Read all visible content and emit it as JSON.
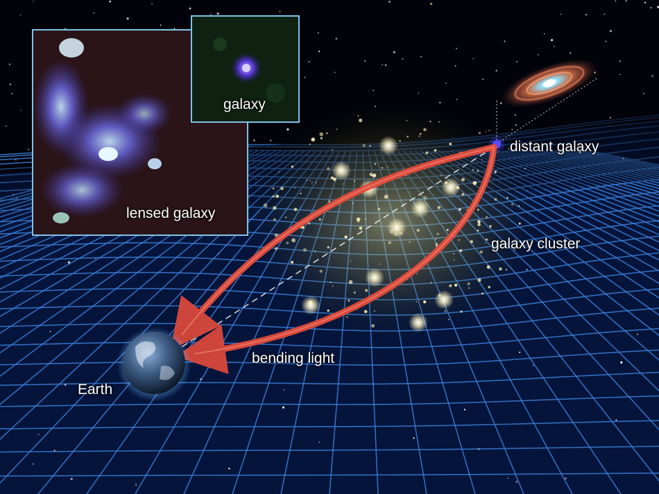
{
  "labels": {
    "distant_galaxy": "distant galaxy",
    "galaxy_cluster": "galaxy cluster",
    "bending_light": "bending light",
    "earth": "Earth"
  },
  "insets": {
    "lensed": {
      "label": "lensed galaxy"
    },
    "galaxy": {
      "label": "galaxy"
    }
  },
  "colors": {
    "space": "#02030a",
    "grid": "#3a7ed8",
    "light_arrow": "#d8483b",
    "panel_border": "#7fc4ea",
    "cluster_glow": "#c9c27a"
  }
}
